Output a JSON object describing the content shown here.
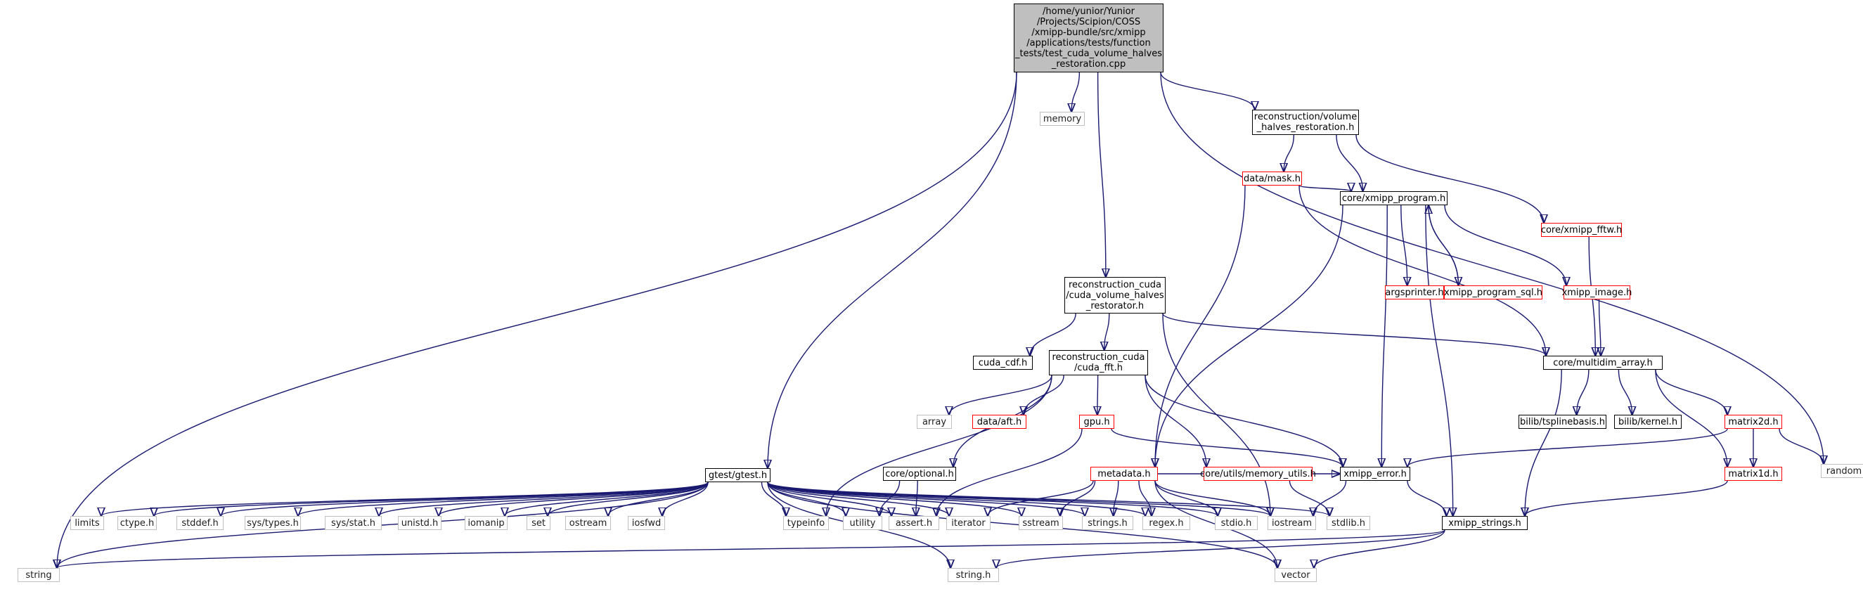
{
  "graph": {
    "nodes": [
      {
        "id": "root",
        "label": "/home/yunior/Yunior\n/Projects/Scipion/COSS\n/xmipp-bundle/src/xmipp\n/applications/tests/function\n_tests/test_cuda_volume_halves\n_restoration.cpp",
        "style": "root"
      },
      {
        "id": "string",
        "label": "string",
        "style": "std"
      },
      {
        "id": "gtest",
        "label": "gtest/gtest.h",
        "style": "doc"
      },
      {
        "id": "memory",
        "label": "memory",
        "style": "std"
      },
      {
        "id": "cuda_restorator",
        "label": "reconstruction_cuda\n/cuda_volume_halves\n_restorator.h",
        "style": "doc"
      },
      {
        "id": "vhr",
        "label": "reconstruction/volume\n_halves_restoration.h",
        "style": "doc"
      },
      {
        "id": "random",
        "label": "random",
        "style": "std"
      },
      {
        "id": "mask",
        "label": "data/mask.h",
        "style": "red"
      },
      {
        "id": "xprog",
        "label": "core/xmipp_program.h",
        "style": "doc"
      },
      {
        "id": "fftw",
        "label": "core/xmipp_fftw.h",
        "style": "red"
      },
      {
        "id": "argsprinter",
        "label": "argsprinter.h",
        "style": "red"
      },
      {
        "id": "progsql",
        "label": "xmipp_program_sql.h",
        "style": "red"
      },
      {
        "id": "ximage",
        "label": "xmipp_image.h",
        "style": "red"
      },
      {
        "id": "cudacdf",
        "label": "cuda_cdf.h",
        "style": "doc"
      },
      {
        "id": "cudafft",
        "label": "reconstruction_cuda\n/cuda_fft.h",
        "style": "doc"
      },
      {
        "id": "multidim",
        "label": "core/multidim_array.h",
        "style": "doc"
      },
      {
        "id": "array",
        "label": "array",
        "style": "std"
      },
      {
        "id": "aft",
        "label": "data/aft.h",
        "style": "red"
      },
      {
        "id": "gpu",
        "label": "gpu.h",
        "style": "red"
      },
      {
        "id": "tspline",
        "label": "bilib/tsplinebasis.h",
        "style": "doc"
      },
      {
        "id": "kernel",
        "label": "bilib/kernel.h",
        "style": "doc"
      },
      {
        "id": "matrix2d",
        "label": "matrix2d.h",
        "style": "red"
      },
      {
        "id": "optional",
        "label": "core/optional.h",
        "style": "doc"
      },
      {
        "id": "metadata",
        "label": "metadata.h",
        "style": "red"
      },
      {
        "id": "memutils",
        "label": "core/utils/memory_utils.h",
        "style": "red"
      },
      {
        "id": "xerror",
        "label": "xmipp_error.h",
        "style": "doc"
      },
      {
        "id": "matrix1d",
        "label": "matrix1d.h",
        "style": "red"
      },
      {
        "id": "limits",
        "label": "limits",
        "style": "std"
      },
      {
        "id": "ctype",
        "label": "ctype.h",
        "style": "std"
      },
      {
        "id": "stddef",
        "label": "stddef.h",
        "style": "std"
      },
      {
        "id": "systypes",
        "label": "sys/types.h",
        "style": "std"
      },
      {
        "id": "sysstat",
        "label": "sys/stat.h",
        "style": "std"
      },
      {
        "id": "unistd",
        "label": "unistd.h",
        "style": "std"
      },
      {
        "id": "iomanip",
        "label": "iomanip",
        "style": "std"
      },
      {
        "id": "set",
        "label": "set",
        "style": "std"
      },
      {
        "id": "ostream",
        "label": "ostream",
        "style": "std"
      },
      {
        "id": "iosfwd",
        "label": "iosfwd",
        "style": "std"
      },
      {
        "id": "typeinfo",
        "label": "typeinfo",
        "style": "std"
      },
      {
        "id": "utility",
        "label": "utility",
        "style": "std"
      },
      {
        "id": "asserth",
        "label": "assert.h",
        "style": "std"
      },
      {
        "id": "iterator",
        "label": "iterator",
        "style": "std"
      },
      {
        "id": "sstream",
        "label": "sstream",
        "style": "std"
      },
      {
        "id": "stringsh",
        "label": "strings.h",
        "style": "std"
      },
      {
        "id": "regex",
        "label": "regex.h",
        "style": "std"
      },
      {
        "id": "stdio",
        "label": "stdio.h",
        "style": "std"
      },
      {
        "id": "iostream",
        "label": "iostream",
        "style": "std"
      },
      {
        "id": "stdlib",
        "label": "stdlib.h",
        "style": "std"
      },
      {
        "id": "xstrings",
        "label": "xmipp_strings.h",
        "style": "doc"
      },
      {
        "id": "stringh",
        "label": "string.h",
        "style": "std"
      },
      {
        "id": "vector",
        "label": "vector",
        "style": "std"
      }
    ],
    "edges": [
      [
        "root",
        "string"
      ],
      [
        "root",
        "gtest"
      ],
      [
        "root",
        "memory"
      ],
      [
        "root",
        "cuda_restorator"
      ],
      [
        "root",
        "vhr"
      ],
      [
        "root",
        "random"
      ],
      [
        "vhr",
        "mask"
      ],
      [
        "vhr",
        "xprog"
      ],
      [
        "vhr",
        "fftw"
      ],
      [
        "mask",
        "xprog"
      ],
      [
        "mask",
        "metadata"
      ],
      [
        "mask",
        "multidim"
      ],
      [
        "xprog",
        "argsprinter"
      ],
      [
        "xprog",
        "progsql"
      ],
      [
        "progsql",
        "xprog"
      ],
      [
        "xprog",
        "ximage"
      ],
      [
        "xprog",
        "xerror"
      ],
      [
        "xprog",
        "xstrings"
      ],
      [
        "xprog",
        "metadata"
      ],
      [
        "fftw",
        "multidim"
      ],
      [
        "ximage",
        "multidim"
      ],
      [
        "cuda_restorator",
        "cudacdf"
      ],
      [
        "cuda_restorator",
        "cudafft"
      ],
      [
        "cuda_restorator",
        "multidim"
      ],
      [
        "cuda_restorator",
        "iostream"
      ],
      [
        "cudafft",
        "typeinfo"
      ],
      [
        "cudafft",
        "array"
      ],
      [
        "cudafft",
        "aft"
      ],
      [
        "cudafft",
        "gpu"
      ],
      [
        "cudafft",
        "memutils"
      ],
      [
        "cudafft",
        "xerror"
      ],
      [
        "cudafft",
        "optional"
      ],
      [
        "gpu",
        "xerror"
      ],
      [
        "gpu",
        "asserth"
      ],
      [
        "multidim",
        "tspline"
      ],
      [
        "multidim",
        "kernel"
      ],
      [
        "multidim",
        "matrix2d"
      ],
      [
        "multidim",
        "matrix1d"
      ],
      [
        "multidim",
        "xstrings"
      ],
      [
        "matrix2d",
        "matrix1d"
      ],
      [
        "matrix2d",
        "random"
      ],
      [
        "matrix2d",
        "xerror"
      ],
      [
        "matrix1d",
        "xstrings"
      ],
      [
        "optional",
        "utility"
      ],
      [
        "optional",
        "asserth"
      ],
      [
        "metadata",
        "iterator"
      ],
      [
        "metadata",
        "sstream"
      ],
      [
        "metadata",
        "stringsh"
      ],
      [
        "metadata",
        "regex"
      ],
      [
        "metadata",
        "stdio"
      ],
      [
        "metadata",
        "iostream"
      ],
      [
        "metadata",
        "vector"
      ],
      [
        "metadata",
        "xerror"
      ],
      [
        "memutils",
        "stdlib"
      ],
      [
        "xerror",
        "iostream"
      ],
      [
        "xerror",
        "xstrings"
      ],
      [
        "xstrings",
        "string"
      ],
      [
        "xstrings",
        "stringh"
      ],
      [
        "xstrings",
        "vector"
      ],
      [
        "gtest",
        "string"
      ],
      [
        "gtest",
        "limits"
      ],
      [
        "gtest",
        "ctype"
      ],
      [
        "gtest",
        "stddef"
      ],
      [
        "gtest",
        "systypes"
      ],
      [
        "gtest",
        "sysstat"
      ],
      [
        "gtest",
        "unistd"
      ],
      [
        "gtest",
        "iomanip"
      ],
      [
        "gtest",
        "set"
      ],
      [
        "gtest",
        "ostream"
      ],
      [
        "gtest",
        "iosfwd"
      ],
      [
        "gtest",
        "typeinfo"
      ],
      [
        "gtest",
        "utility"
      ],
      [
        "gtest",
        "asserth"
      ],
      [
        "gtest",
        "iterator"
      ],
      [
        "gtest",
        "sstream"
      ],
      [
        "gtest",
        "stringsh"
      ],
      [
        "gtest",
        "regex"
      ],
      [
        "gtest",
        "stdio"
      ],
      [
        "gtest",
        "iostream"
      ],
      [
        "gtest",
        "stdlib"
      ],
      [
        "gtest",
        "stringh"
      ],
      [
        "gtest",
        "vector"
      ]
    ]
  }
}
